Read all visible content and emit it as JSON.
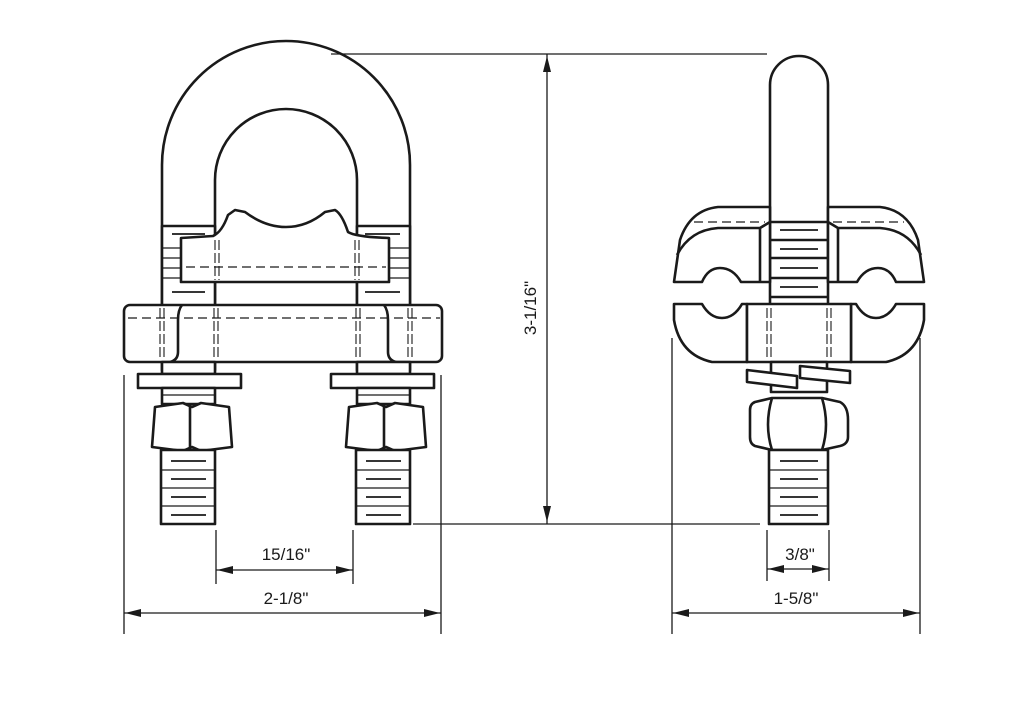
{
  "drawing": {
    "subject": "U-bolt ground clamp, front and side views",
    "views": [
      {
        "name": "front-view"
      },
      {
        "name": "side-view"
      }
    ],
    "colors": {
      "line": "#1a1a1a",
      "background": "#ffffff"
    }
  },
  "dimensions": {
    "overall_height": "3-1/16\"",
    "bolt_spacing": "15/16\"",
    "front_width": "2-1/8\"",
    "bolt_diameter": "3/8\"",
    "side_width": "1-5/8\""
  }
}
